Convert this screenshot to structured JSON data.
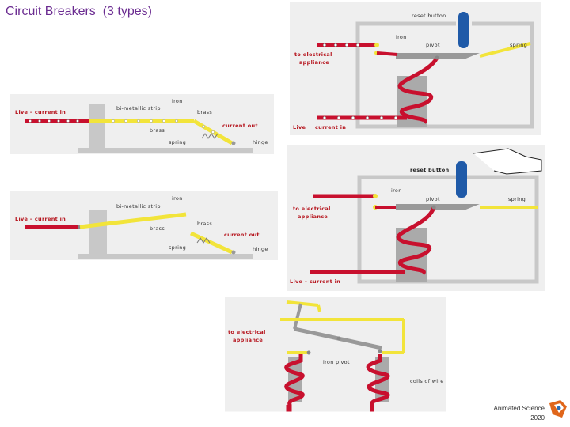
{
  "title": "Circuit Breakers  (3 types)",
  "colors": {
    "title": "#6b2c91",
    "wire": "#c8102e",
    "strip": "#f2e43a",
    "iron": "#9a9a9a",
    "button": "#1f5aa8"
  },
  "bimetal_closed": {
    "live": "Live – current in",
    "strip": "bi-metallic strip",
    "iron": "iron",
    "brass_top": "brass",
    "brass_bottom": "brass",
    "current_out": "current out",
    "spring": "spring",
    "hinge": "hinge"
  },
  "bimetal_open": {
    "live": "Live – current in",
    "strip": "bi-metallic strip",
    "iron": "iron",
    "brass_top": "brass",
    "brass_bottom": "brass",
    "current_out": "current out",
    "spring": "spring",
    "hinge": "hinge"
  },
  "electromagnet_tripped": {
    "reset": "reset button",
    "iron": "iron",
    "pivot": "pivot",
    "spring": "spring",
    "to_appliance_1": "to electrical",
    "to_appliance_2": "appliance",
    "live": "Live",
    "current_in": "current in"
  },
  "electromagnet_reset": {
    "reset": "reset button",
    "iron": "iron",
    "pivot": "pivot",
    "spring": "spring",
    "to_appliance_1": "to electrical",
    "to_appliance_2": "appliance",
    "live": "Live – current in"
  },
  "double_coil": {
    "to_appliance_1": "to electrical",
    "to_appliance_2": "appliance",
    "iron_pivot": "iron pivot",
    "coils": "coils of wire"
  },
  "credit": {
    "line1": "Animated Science",
    "line2": "2020"
  }
}
